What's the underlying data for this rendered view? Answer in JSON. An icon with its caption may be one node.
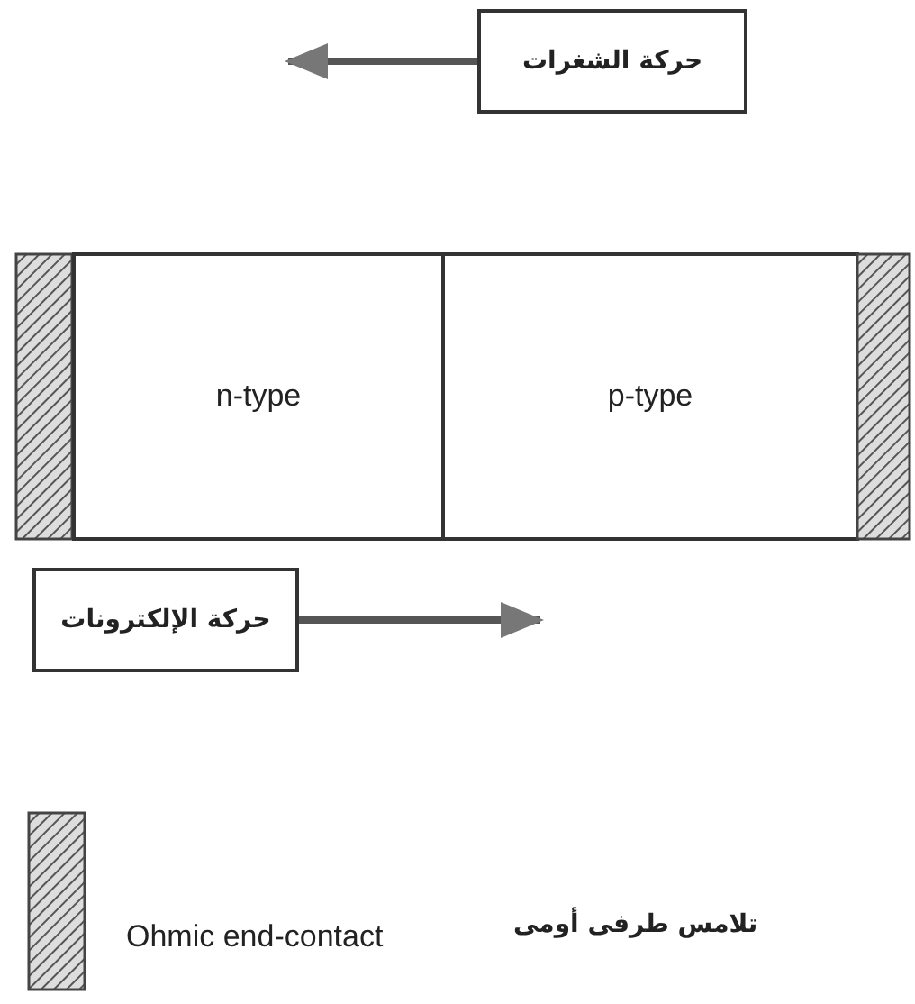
{
  "diagram": {
    "nodes": [
      {
        "text": [
          "حركة الشغرات"
        ]
      },
      {
        "text": [],
        "shape": "bar"
      },
      {
        "text": [
          "n-type"
        ]
      },
      {
        "text": [
          "p-type"
        ]
      },
      {
        "text": [],
        "shape": "bar"
      },
      {
        "text": [
          "حركة الإلكترونات"
        ]
      }
    ],
    "edges": [
      {
        "from": 0,
        "to": null,
        "arrow": "to"
      },
      {
        "from": 5,
        "to": null,
        "arrow": "to"
      }
    ],
    "labels": [
      "تلامس طرفى أومى"
    ],
    "legend": [
      {
        "text": "Ohmic end-contact"
      }
    ]
  }
}
